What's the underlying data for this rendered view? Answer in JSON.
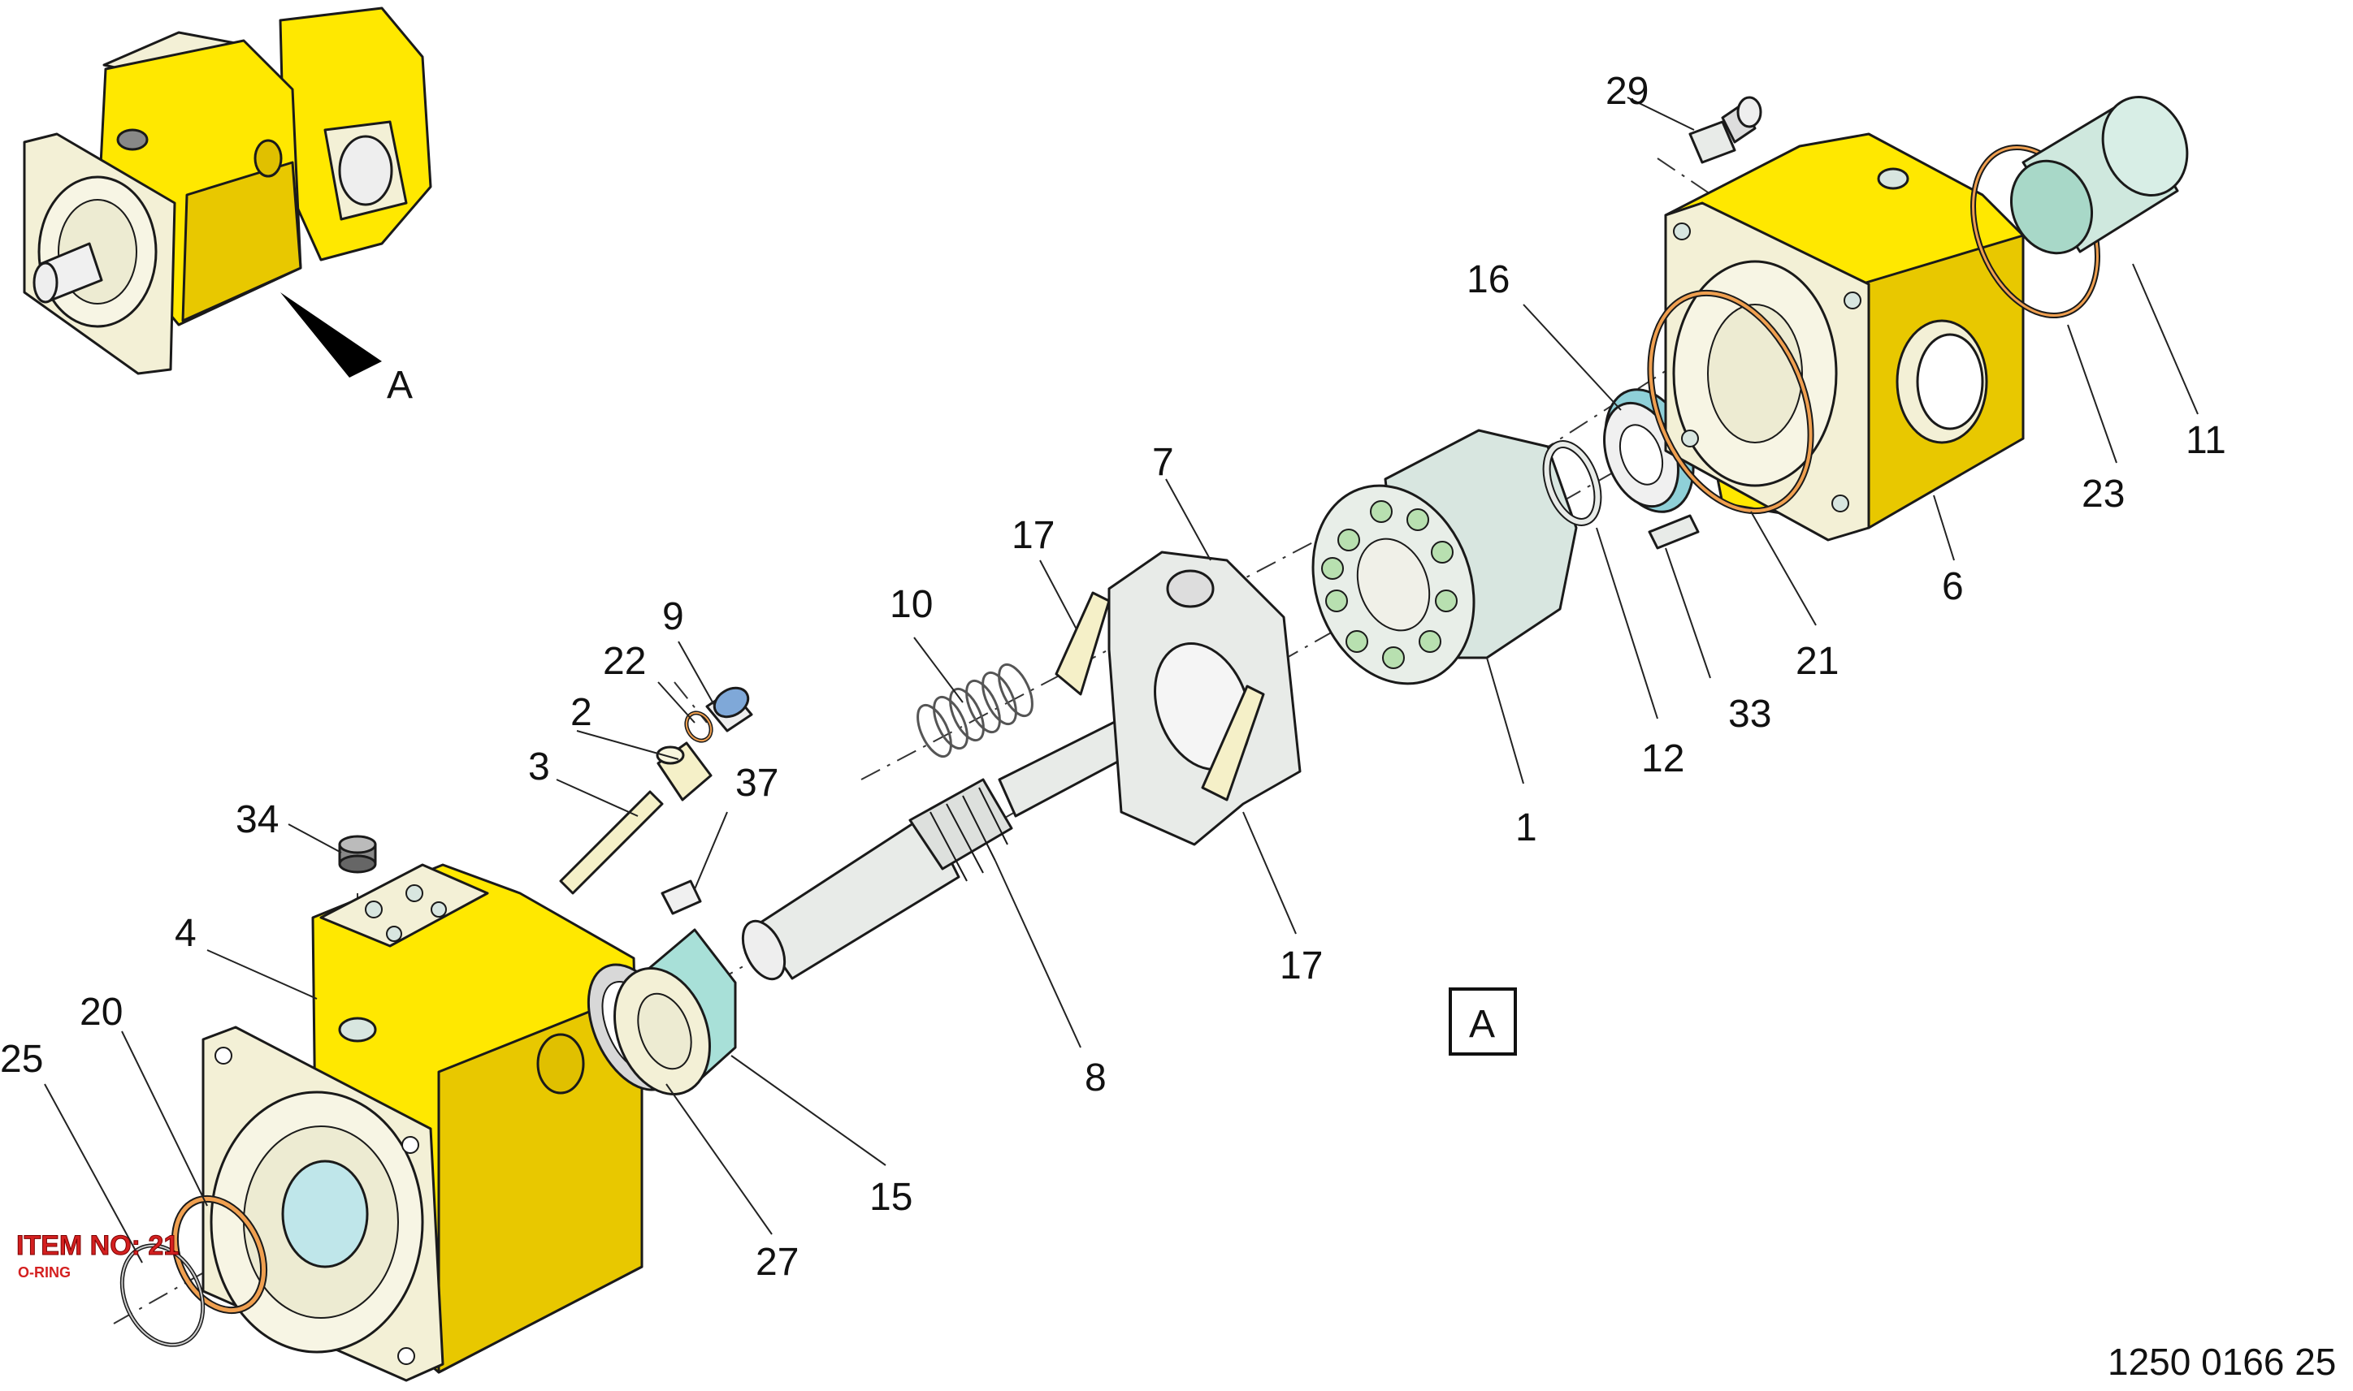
{
  "diagram": {
    "document_number": "1250 0166 25",
    "view_label": "A",
    "view_box_label": "A",
    "highlight": {
      "title": "ITEM NO: 21",
      "subtitle": "O-RING"
    },
    "callouts": [
      "1",
      "2",
      "3",
      "4",
      "6",
      "7",
      "8",
      "9",
      "10",
      "11",
      "12",
      "15",
      "16",
      "17",
      "17",
      "20",
      "21",
      "22",
      "23",
      "25",
      "27",
      "29",
      "33",
      "34",
      "37"
    ],
    "colors": {
      "housing": "#FFE800",
      "housing_shade": "#E8C800",
      "face": "#F3F0D6",
      "metal": "#E8EBE8",
      "cylinder": "#D8E6E0",
      "bearing": "#8FD0D8",
      "seal_ring": "#F0A050",
      "highlight_text": "#D42020",
      "pin": "#F5F0C8"
    }
  }
}
